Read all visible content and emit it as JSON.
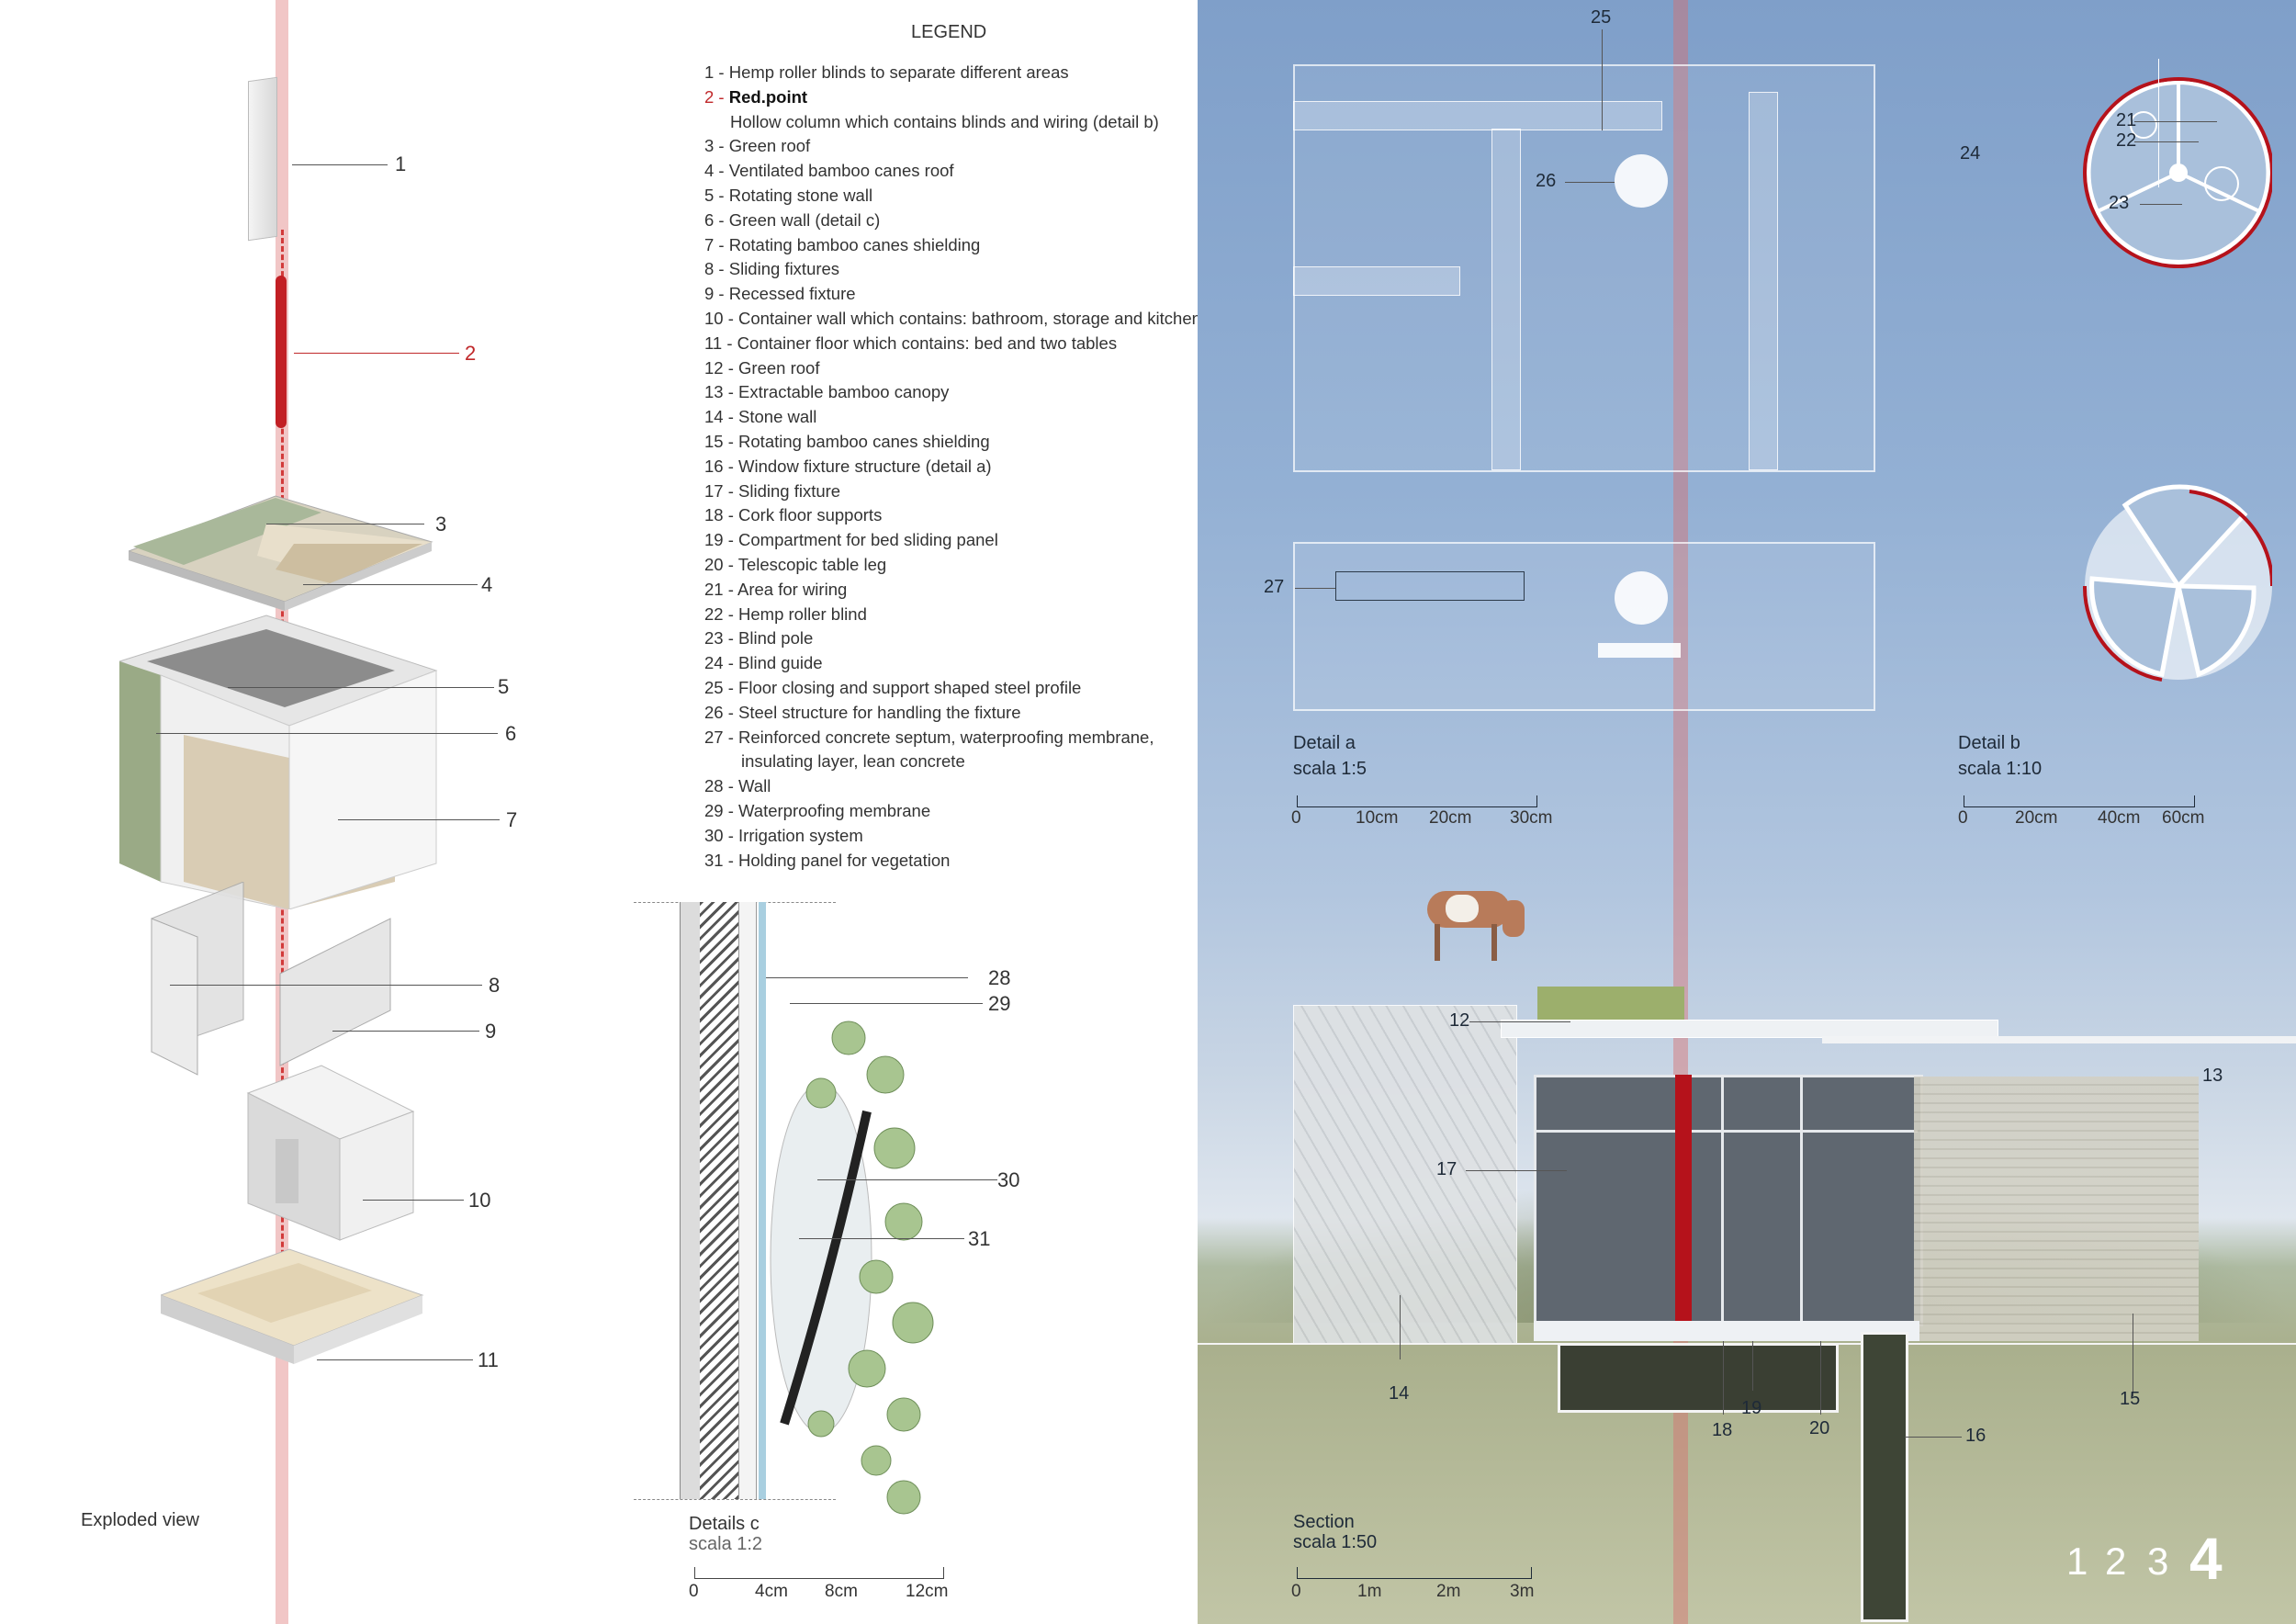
{
  "legend": {
    "title": "LEGEND",
    "items": [
      {
        "num": "1",
        "text": "Hemp roller blinds to separate different areas"
      },
      {
        "num": "2",
        "text": "Red.point"
      },
      {
        "num": "",
        "text": "Hollow column which contains blinds and wiring (detail b)"
      },
      {
        "num": "3",
        "text": "Green roof"
      },
      {
        "num": "4",
        "text": "Ventilated bamboo canes roof"
      },
      {
        "num": "5",
        "text": "Rotating stone wall"
      },
      {
        "num": "6",
        "text": "Green wall (detail c)"
      },
      {
        "num": "7",
        "text": "Rotating bamboo canes shielding"
      },
      {
        "num": "8",
        "text": "Sliding fixtures"
      },
      {
        "num": "9",
        "text": "Recessed fixture"
      },
      {
        "num": "10",
        "text": "Container wall which contains: bathroom, storage and kitchen"
      },
      {
        "num": "11",
        "text": "Container floor which contains: bed and two tables"
      },
      {
        "num": "12",
        "text": "Green roof"
      },
      {
        "num": "13",
        "text": "Extractable bamboo canopy"
      },
      {
        "num": "14",
        "text": "Stone wall"
      },
      {
        "num": "15",
        "text": "Rotating bamboo canes shielding"
      },
      {
        "num": "16",
        "text": "Window fixture structure (detail a)"
      },
      {
        "num": "17",
        "text": "Sliding fixture"
      },
      {
        "num": "18",
        "text": "Cork floor supports"
      },
      {
        "num": "19",
        "text": "Compartment for bed sliding panel"
      },
      {
        "num": "20",
        "text": "Telescopic table leg"
      },
      {
        "num": "21",
        "text": "Area for wiring"
      },
      {
        "num": "22",
        "text": "Hemp roller blind"
      },
      {
        "num": "23",
        "text": "Blind pole"
      },
      {
        "num": "24",
        "text": "Blind guide"
      },
      {
        "num": "25",
        "text": "Floor closing and support shaped steel profile"
      },
      {
        "num": "26",
        "text": "Steel structure for handling the fixture"
      },
      {
        "num": "27",
        "text": "Reinforced concrete septum, waterproofing membrane,"
      },
      {
        "num": "",
        "text": "insulating layer, lean concrete"
      },
      {
        "num": "28",
        "text": "Wall"
      },
      {
        "num": "29",
        "text": "Waterproofing membrane"
      },
      {
        "num": "30",
        "text": "Irrigation system"
      },
      {
        "num": "31",
        "text": "Holding panel for vegetation"
      }
    ]
  },
  "exploded": {
    "caption": "Exploded view",
    "labels": [
      "1",
      "2",
      "3",
      "4",
      "5",
      "6",
      "7",
      "8",
      "9",
      "10",
      "11"
    ]
  },
  "detail_c": {
    "title": "Details c",
    "scale": "scala 1:2",
    "scale_ticks": [
      "0",
      "4cm",
      "8cm",
      "12cm"
    ],
    "labels": [
      "28",
      "29",
      "30",
      "31"
    ]
  },
  "detail_a": {
    "title": "Detail a",
    "scale": "scala 1:5",
    "scale_ticks": [
      "0",
      "10cm",
      "20cm",
      "30cm"
    ],
    "labels": [
      "25",
      "26",
      "27"
    ]
  },
  "detail_b": {
    "title": "Detail b",
    "scale": "scala 1:10",
    "scale_ticks": [
      "0",
      "20cm",
      "40cm",
      "60cm"
    ],
    "labels": [
      "21",
      "22",
      "23",
      "24"
    ]
  },
  "section": {
    "title": "Section",
    "scale": "scala 1:50",
    "scale_ticks": [
      "0",
      "1m",
      "2m",
      "3m"
    ],
    "labels": [
      "12",
      "13",
      "14",
      "15",
      "16",
      "17",
      "18",
      "19",
      "20"
    ]
  },
  "pages": {
    "p1": "1",
    "p2": "2",
    "p3": "3",
    "p4": "4"
  },
  "colors": {
    "accent_red": "#c0282a",
    "sky": "#8aa8cf",
    "grass": "#b3b592"
  }
}
